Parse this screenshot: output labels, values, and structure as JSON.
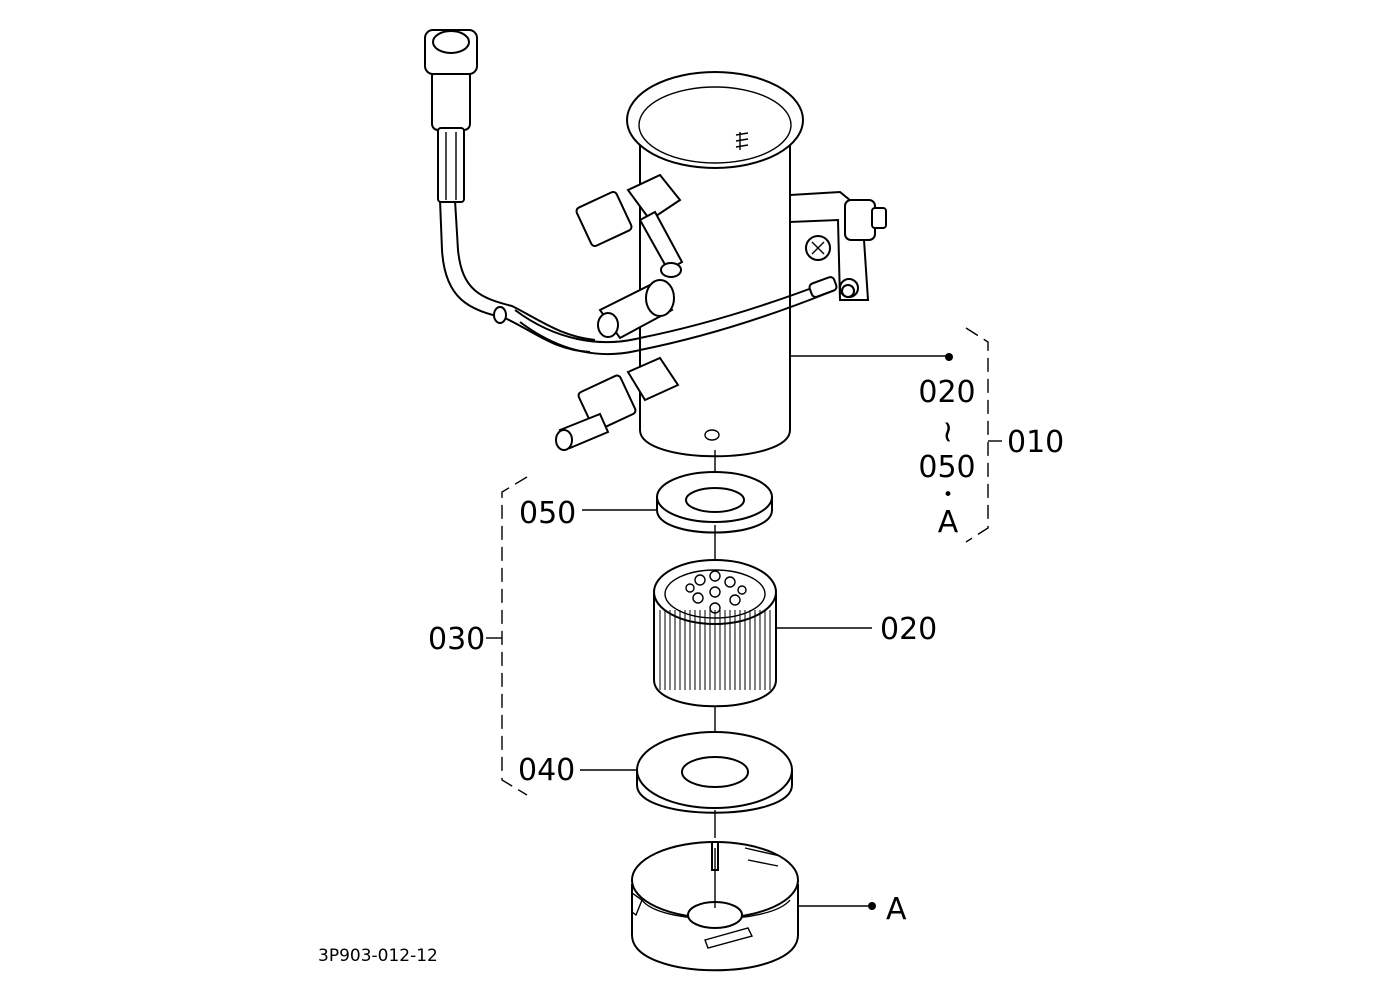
{
  "callouts": {
    "assembly_range_top": "020",
    "range_tilde": "~",
    "assembly_range_bottom": "050",
    "bullet": "•",
    "assembly_ref": "A",
    "assembly": "010",
    "kit": "030",
    "gasket_top": "050",
    "filter_element": "020",
    "gasket_bottom": "040",
    "cap_ref": "A"
  },
  "caption": "3P903-012-12"
}
